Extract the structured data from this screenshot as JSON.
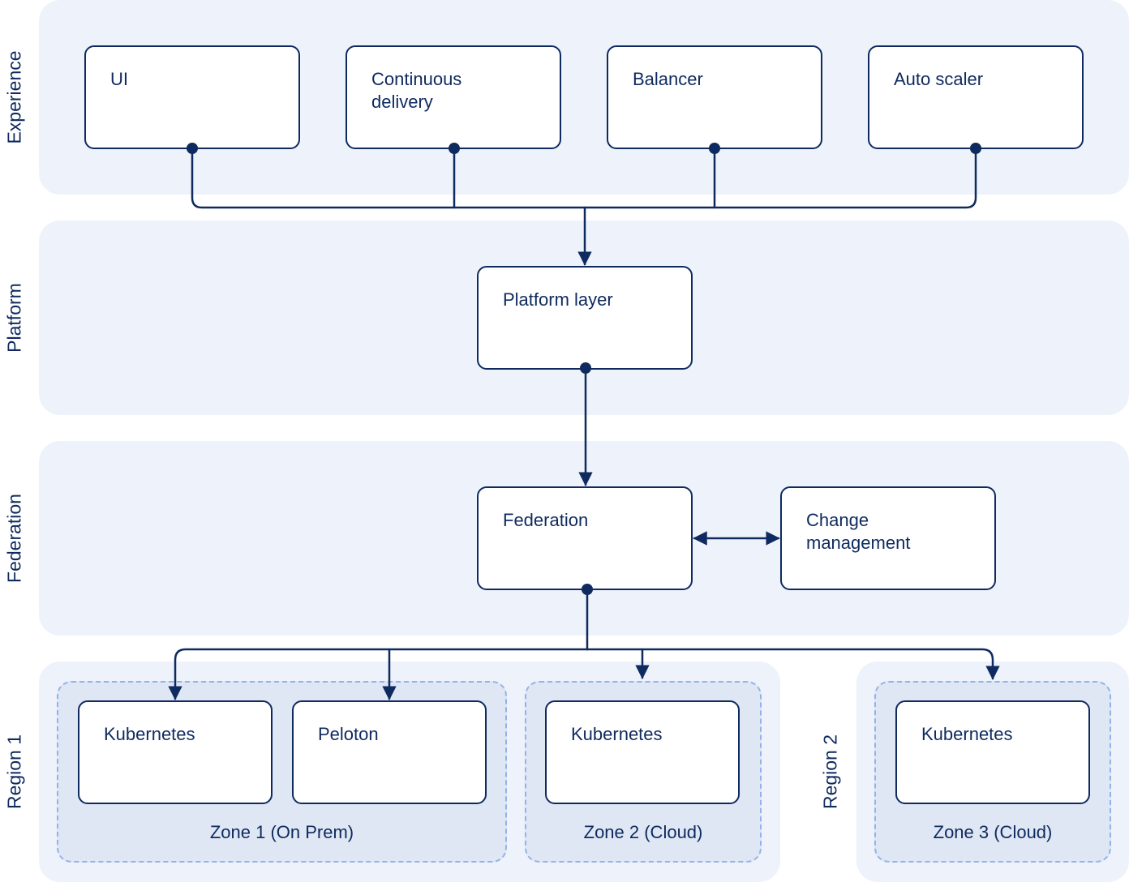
{
  "layers": {
    "experience": "Experience",
    "platform": "Platform",
    "federation": "Federation",
    "region1": "Region 1",
    "region2": "Region 2"
  },
  "experience_boxes": {
    "ui": "UI",
    "cd_line1": "Continuous",
    "cd_line2": "delivery",
    "balancer": "Balancer",
    "autoscaler": "Auto scaler"
  },
  "platform_box": "Platform layer",
  "federation_boxes": {
    "federation": "Federation",
    "cm_line1": "Change",
    "cm_line2": "management"
  },
  "zones": {
    "zone1": "Zone 1 (On Prem)",
    "zone2": "Zone 2 (Cloud)",
    "zone3": "Zone 3 (Cloud)"
  },
  "cluster_boxes": {
    "z1_kubernetes": "Kubernetes",
    "z1_peloton": "Peloton",
    "z2_kubernetes": "Kubernetes",
    "z3_kubernetes": "Kubernetes"
  },
  "colors": {
    "line": "#0e2a5e",
    "layer_bg": "#eef2fb",
    "zone_bg": "#dfe6f4",
    "zone_border": "#93b3e8"
  }
}
